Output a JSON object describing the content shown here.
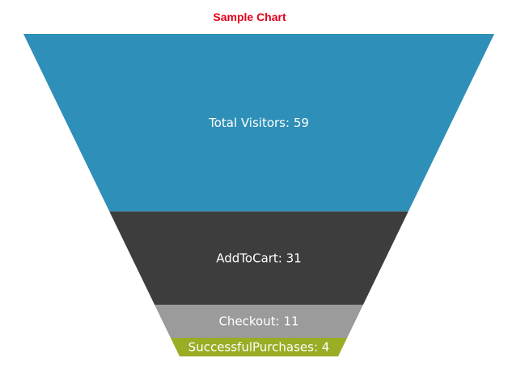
{
  "chart_data": {
    "type": "funnel",
    "title": "Sample Chart",
    "colors": {
      "title": "#e2001a",
      "label": "#ffffff"
    },
    "stages": [
      {
        "name": "Total Visitors",
        "value": 59,
        "label": "Total Visitors: 59",
        "color": "#2e8fb8"
      },
      {
        "name": "AddToCart",
        "value": 31,
        "label": "AddToCart: 31",
        "color": "#3d3d3d"
      },
      {
        "name": "Checkout",
        "value": 11,
        "label": "Checkout: 11",
        "color": "#9b9b9b"
      },
      {
        "name": "SuccessfulPurchases",
        "value": 4,
        "label": "SuccessfulPurchases: 4",
        "color": "#9aad25"
      }
    ]
  }
}
